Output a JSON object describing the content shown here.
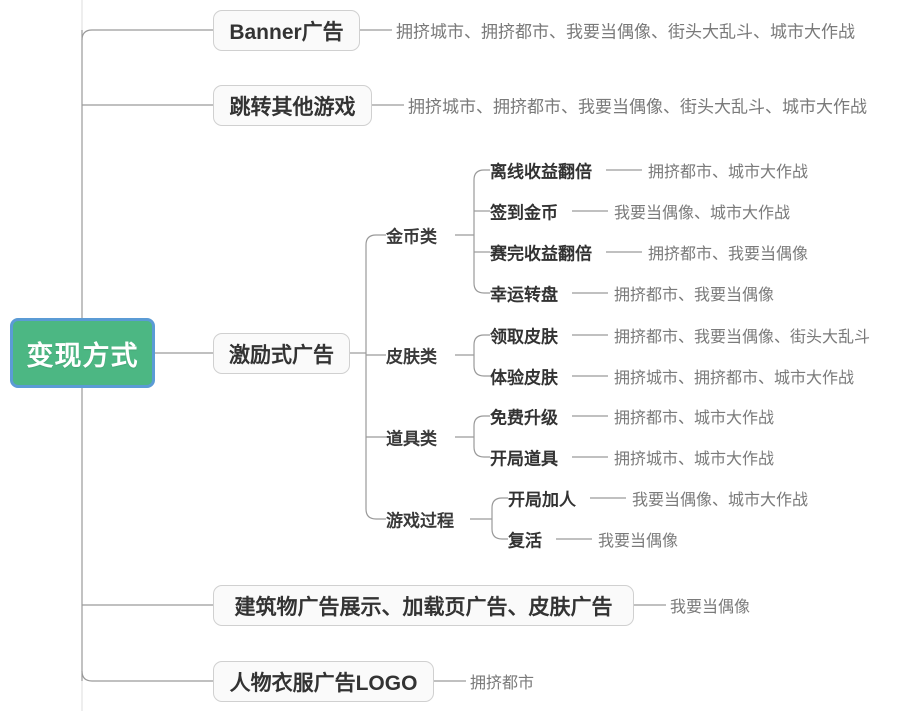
{
  "colors": {
    "root_fill": "#4CB783",
    "root_border": "#5B9BD5",
    "root_text": "#ffffff",
    "node_fill": "#fafafa",
    "node_border": "#d0d0d0",
    "node_text": "#333333",
    "wire": "#9a9a9a",
    "games_text": "#7a7a7a",
    "background": "#ffffff"
  },
  "root": {
    "label": "变现方式"
  },
  "branches": [
    {
      "label": "Banner广告",
      "games": "拥挤城市、拥挤都市、我要当偶像、街头大乱斗、城市大作战"
    },
    {
      "label": "跳转其他游戏",
      "games": "拥挤城市、拥挤都市、我要当偶像、街头大乱斗、城市大作战"
    },
    {
      "label": "激励式广告",
      "games": ""
    },
    {
      "label": "建筑物广告展示、加载页广告、皮肤广告",
      "games": "我要当偶像"
    },
    {
      "label": "人物衣服广告LOGO",
      "games": "拥挤都市"
    }
  ],
  "incentive_categories": [
    {
      "label": "金币类",
      "items": [
        {
          "label": "离线收益翻倍",
          "games": "拥挤都市、城市大作战"
        },
        {
          "label": "签到金币",
          "games": "我要当偶像、城市大作战"
        },
        {
          "label": "赛完收益翻倍",
          "games": "拥挤都市、我要当偶像"
        },
        {
          "label": "幸运转盘",
          "games": "拥挤都市、我要当偶像"
        }
      ]
    },
    {
      "label": "皮肤类",
      "items": [
        {
          "label": "领取皮肤",
          "games": "拥挤都市、我要当偶像、街头大乱斗"
        },
        {
          "label": "体验皮肤",
          "games": "拥挤城市、拥挤都市、城市大作战"
        }
      ]
    },
    {
      "label": "道具类",
      "items": [
        {
          "label": "免费升级",
          "games": "拥挤都市、城市大作战"
        },
        {
          "label": "开局道具",
          "games": "拥挤城市、城市大作战"
        }
      ]
    },
    {
      "label": "游戏过程",
      "items": [
        {
          "label": "开局加人",
          "games": "我要当偶像、城市大作战"
        },
        {
          "label": "复活",
          "games": "我要当偶像"
        }
      ]
    }
  ]
}
